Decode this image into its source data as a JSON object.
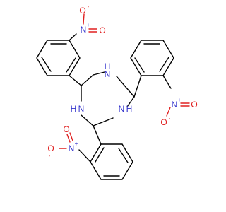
{
  "molecule": {
    "ring_nh_label": "H",
    "ring_n_label": "N",
    "nitro_n_label": "N",
    "nitro_o_label": "O",
    "plus_label": "+",
    "minus_label": "-"
  },
  "colors": {
    "bond": "#000000",
    "nitrogen": "#3333cc",
    "oxygen": "#e02020",
    "background": "#ffffff"
  }
}
